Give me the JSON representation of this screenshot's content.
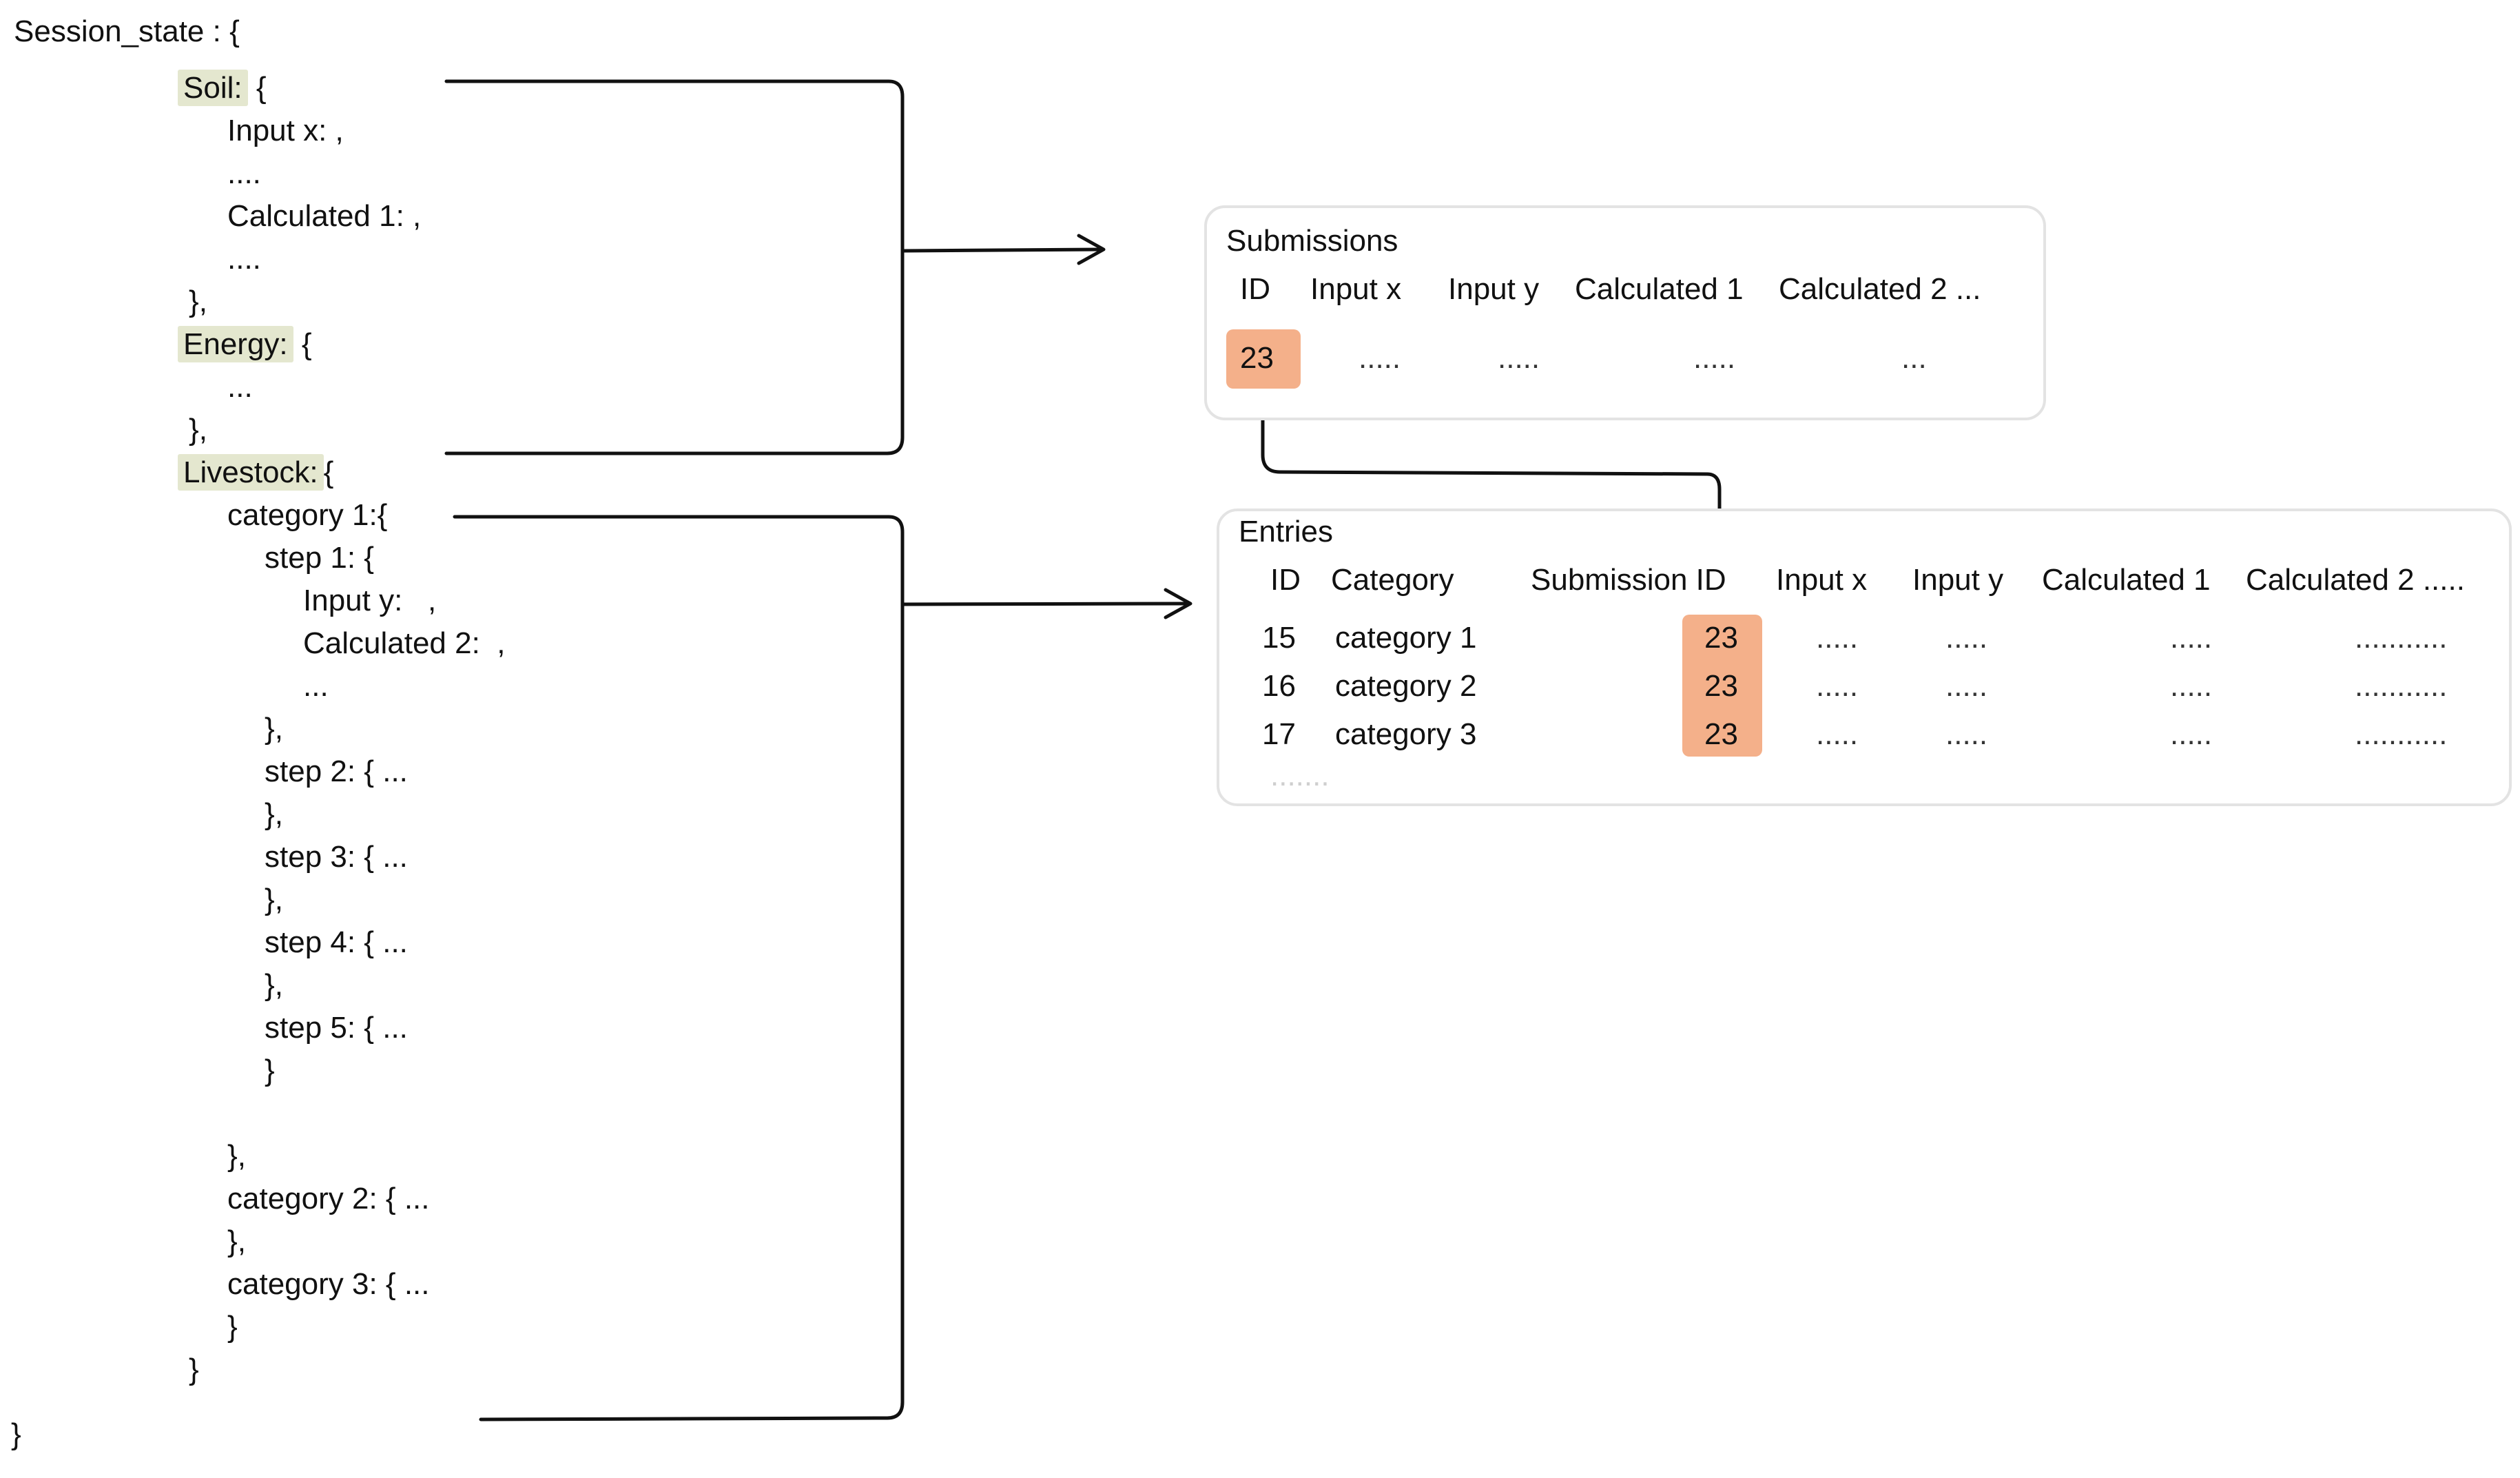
{
  "session_state": {
    "root_open": "Session_state : {",
    "soil_label": "Soil:",
    "soil_open": " {",
    "soil_input": "Input x: ,",
    "soil_dots1": "....",
    "soil_calc": "Calculated 1: ,",
    "soil_dots2": "....",
    "soil_close": "},",
    "energy_label": "Energy:",
    "energy_open": " {",
    "energy_dots": "...",
    "energy_close": "},",
    "livestock_label": "Livestock:",
    "livestock_open": "{",
    "cat1_open": "category 1:{",
    "step1_open": "step 1: {",
    "step1_input": "Input y:   ,",
    "step1_calc": "Calculated 2:  ,",
    "step1_dots": "...",
    "step1_close": "},",
    "step2_open": "step 2: { ...",
    "step2_close": "},",
    "step3_open": "step 3: { ...",
    "step3_close": "},",
    "step4_open": "step 4: { ...",
    "step4_close": "},",
    "step5_open": "step 5: { ...",
    "steps_close": "}",
    "cat1_close": "},",
    "cat2_open": "category 2: { ...",
    "cat2_close": "},",
    "cat3_open": "category 3: { ...",
    "cat3_close": "}",
    "livestock_close": "}",
    "root_close": "}"
  },
  "submissions": {
    "title": "Submissions",
    "headers": [
      "ID",
      "Input x",
      "Input y",
      "Calculated 1",
      "Calculated 2 ..."
    ],
    "row": [
      "23",
      ".....",
      ".....",
      ".....",
      "..."
    ]
  },
  "entries": {
    "title": "Entries",
    "headers": [
      "ID",
      "Category",
      "Submission ID",
      "Input x",
      "Input y",
      "Calculated 1",
      "Calculated 2 ....."
    ],
    "rows": [
      [
        "15",
        "category 1",
        "23",
        ".....",
        ".....",
        ".....",
        "..........."
      ],
      [
        "16",
        "category 2",
        "23",
        ".....",
        ".....",
        ".....",
        "..........."
      ],
      [
        "17",
        "category 3",
        "23",
        ".....",
        ".....",
        ".....",
        "..........."
      ]
    ],
    "more": "......."
  },
  "colors": {
    "highlight": "#e4e7cf",
    "id_highlight": "#f4b08a",
    "panel_border": "#e3e3e3",
    "line": "#111111"
  }
}
